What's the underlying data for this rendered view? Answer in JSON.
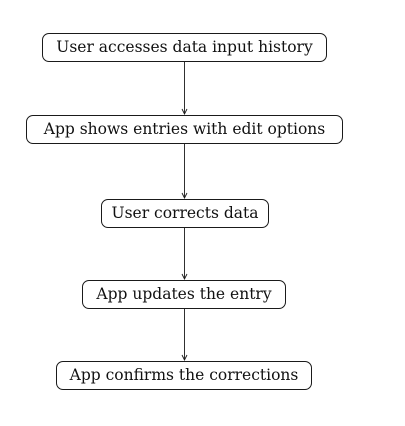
{
  "flowchart": {
    "nodes": [
      {
        "id": "access-history",
        "label": "User accesses data input history"
      },
      {
        "id": "show-entries",
        "label": "App shows entries with edit options"
      },
      {
        "id": "correct-data",
        "label": "User corrects data"
      },
      {
        "id": "update-entry",
        "label": "App updates the entry"
      },
      {
        "id": "confirm-corrections",
        "label": "App confirms the corrections"
      }
    ],
    "edges": [
      {
        "from": "access-history",
        "to": "show-entries"
      },
      {
        "from": "show-entries",
        "to": "correct-data"
      },
      {
        "from": "correct-data",
        "to": "update-entry"
      },
      {
        "from": "update-entry",
        "to": "confirm-corrections"
      }
    ],
    "colors": {
      "stroke": "#1a1a1a",
      "text": "#111111",
      "background": "#ffffff"
    }
  }
}
